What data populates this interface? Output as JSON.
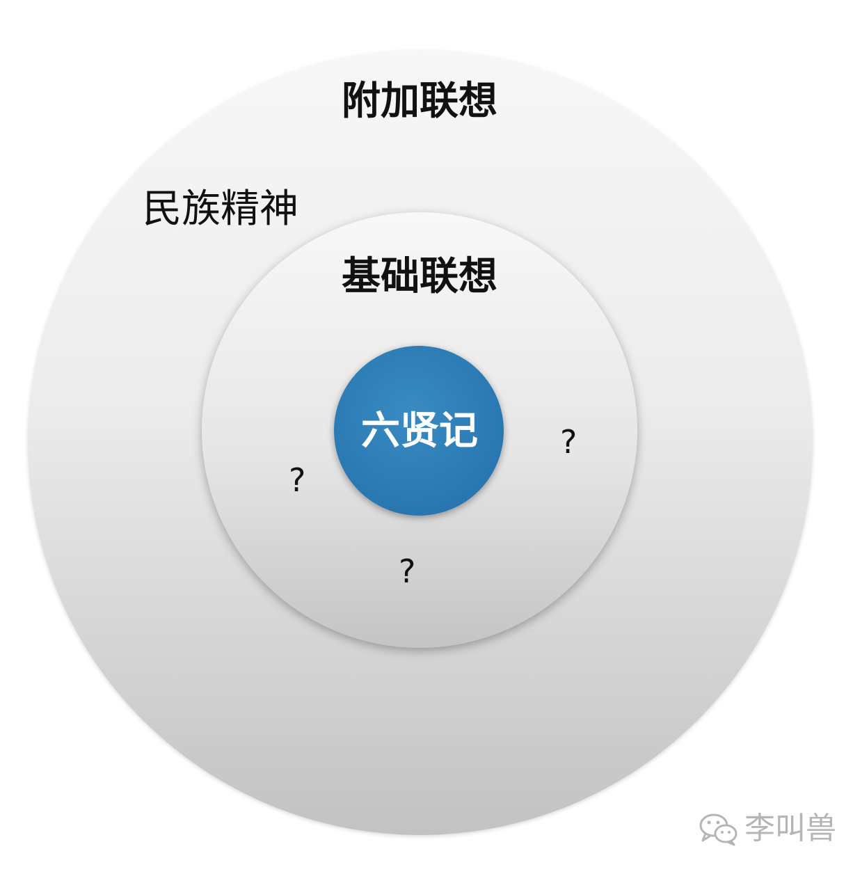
{
  "diagram": {
    "outer_ring": {
      "title": "附加联想",
      "items": [
        "民族精神"
      ]
    },
    "inner_ring": {
      "title": "基础联想",
      "items": [
        "?",
        "?",
        "?"
      ]
    },
    "core": {
      "label": "六贤记",
      "color": "#2b7ab4"
    }
  },
  "watermark": {
    "text": "李叫兽",
    "icon": "wechat-icon"
  }
}
